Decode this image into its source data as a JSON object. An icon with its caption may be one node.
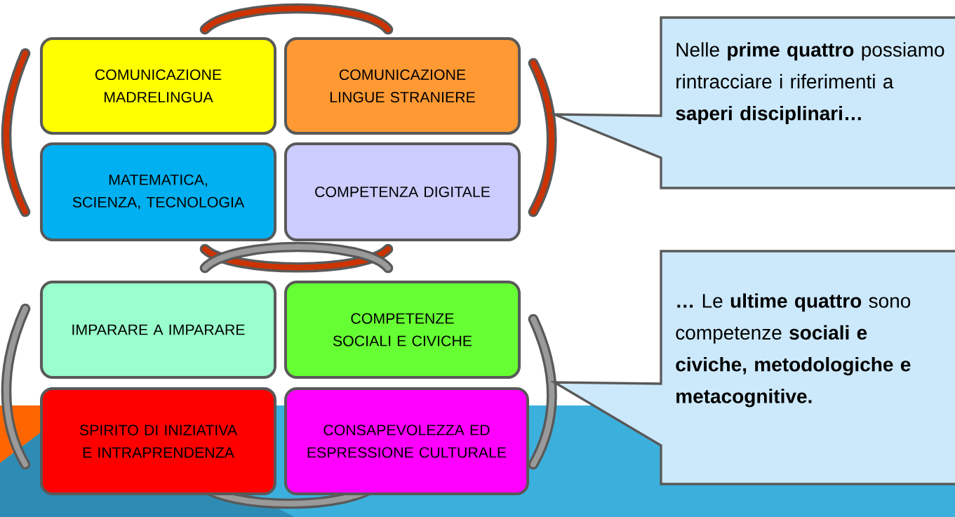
{
  "diagram": {
    "nodes": [
      {
        "text": [
          "COMUNICAZIONE MADRELINGUA"
        ]
      },
      {
        "text": [
          "COMUNICAZIONE LINGUE STRANIERE"
        ]
      },
      {
        "text": [
          "MATEMATICA, SCIENZA, TECNOLOGIA"
        ]
      },
      {
        "text": [
          "COMPETENZA DIGITALE"
        ]
      },
      {
        "text": [
          "IMPARARE A IMPARARE"
        ]
      },
      {
        "text": [
          "COMPETENZE SOCIALI E CIVICHE"
        ]
      },
      {
        "text": [
          "SPIRITO DI INIZIATIVA E INTRAPRENDENZA"
        ]
      },
      {
        "text": [
          "CONSAPEVOLEZZA ED ESPRESSIONE CULTURALE"
        ]
      },
      {
        "text": [
          "Nelle **prime quattro** possiamo rintracciare i riferimenti a **saperi disciplinari…**"
        ]
      },
      {
        "text": [
          "**…** Le **ultime quattro** sono competenze **sociali e civiche, metodologiche e metacognitive.**"
        ]
      }
    ]
  }
}
